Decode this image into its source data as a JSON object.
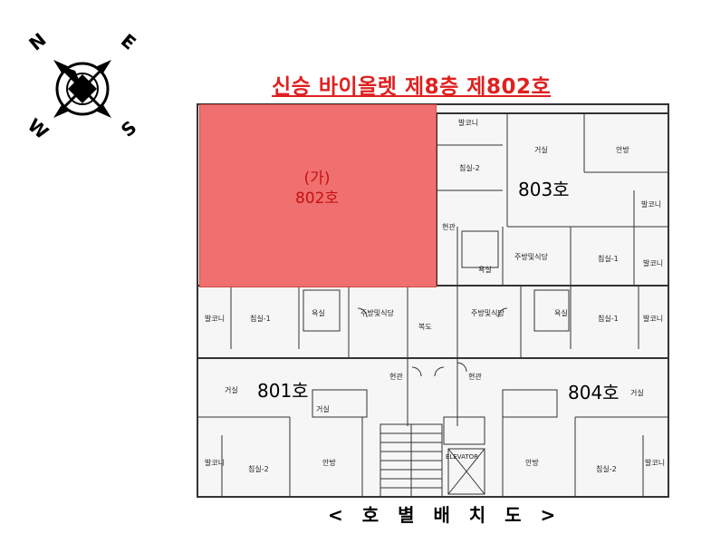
{
  "title": "신승 바이올렛 제8층 제802호",
  "caption": "< 호 별 배 치 도 >",
  "compass": {
    "n": "N",
    "e": "E",
    "s": "S",
    "w": "W"
  },
  "highlight": {
    "line1": "(가)",
    "line2": "802호",
    "color": "#f07070"
  },
  "units": {
    "u801": "801호",
    "u803": "803호",
    "u804": "804호"
  },
  "rooms": {
    "r1": "침실-2",
    "r2": "거실",
    "r3": "안방",
    "r4": "침실-1",
    "r5": "주방및식당",
    "r6": "욕실",
    "r7": "현관",
    "r8": "발코니",
    "r9": "침실-1",
    "r10": "욕실",
    "r11": "주방및식당",
    "r12": "발코니",
    "r13": "거실",
    "r14": "현관",
    "r15": "복도",
    "r16": "주방및식당",
    "r17": "욕실",
    "r18": "침실-1",
    "r19": "발코니",
    "r20": "현관",
    "r21": "거실",
    "r22": "거실",
    "r23": "침실-2",
    "r24": "안방",
    "r25": "안방",
    "r26": "침실-2",
    "r27": "발코니",
    "r28": "발코니",
    "r29": "발코니",
    "r30": "발코니",
    "r31": "ELEVATOR"
  }
}
